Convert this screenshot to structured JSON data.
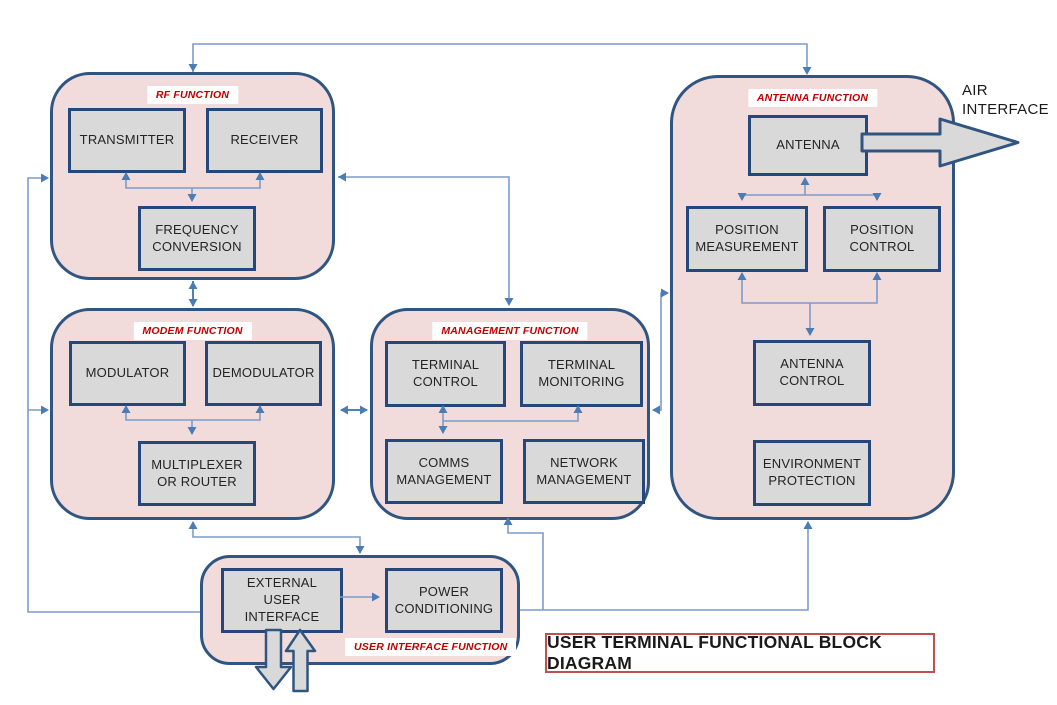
{
  "diagram_title": "USER TERMINAL FUNCTIONAL BLOCK DIAGRAM",
  "air_interface": {
    "line1": "AIR",
    "line2": "INTERFACE"
  },
  "colors": {
    "group_fill": "#f2dcdb",
    "group_border": "#2f5580",
    "block_fill": "#d9d9d9",
    "block_border": "#25477b",
    "function_label_red": "#c00000",
    "connector_blue": "#4f81bd",
    "title_border_red": "#c0504d"
  },
  "groups": {
    "rf": {
      "label": "RF FUNCTION",
      "blocks": {
        "transmitter": "TRANSMITTER",
        "receiver": "RECEIVER",
        "frequency_conversion": "FREQUENCY CONVERSION"
      }
    },
    "modem": {
      "label": "MODEM FUNCTION",
      "blocks": {
        "modulator": "MODULATOR",
        "demodulator": "DEMODULATOR",
        "multiplexer": "MULTIPLEXER OR ROUTER"
      }
    },
    "management": {
      "label": "MANAGEMENT FUNCTION",
      "blocks": {
        "terminal_control": "TERMINAL CONTROL",
        "terminal_monitoring": "TERMINAL MONITORING",
        "comms_management": "COMMS MANAGEMENT",
        "network_management": "NETWORK MANAGEMENT"
      }
    },
    "antenna": {
      "label": "ANTENNA FUNCTION",
      "blocks": {
        "antenna": "ANTENNA",
        "position_measurement": "POSITION MEASUREMENT",
        "position_control": "POSITION CONTROL",
        "antenna_control": "ANTENNA CONTROL",
        "environment_protection": "ENVIRONMENT PROTECTION"
      }
    },
    "user_interface": {
      "label": "USER INTERFACE FUNCTION",
      "blocks": {
        "external_user_interface": "EXTERNAL USER INTERFACE",
        "power_conditioning": "POWER CONDITIONING"
      }
    }
  }
}
